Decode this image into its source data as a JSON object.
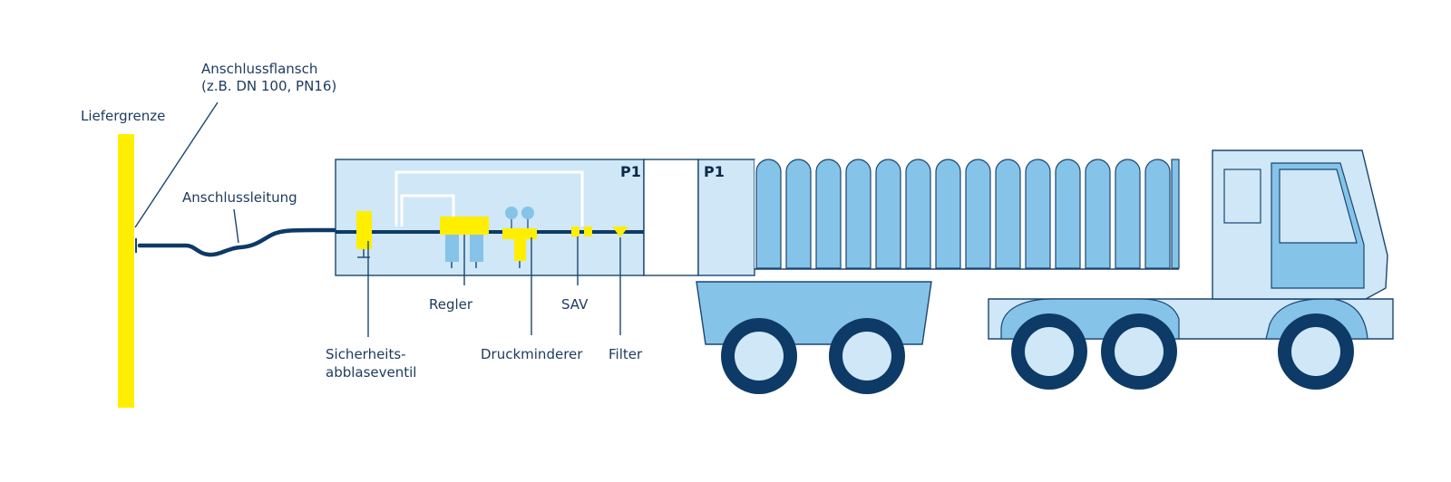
{
  "labels": {
    "liefergrenze": "Liefergrenze",
    "anschlussflansch_1": "Anschlussflansch",
    "anschlussflansch_2": "(z.B. DN 100, PN16)",
    "anschlussleitung": "Anschlussleitung",
    "sicherheits_1": "Sicherheits-",
    "sicherheits_2": "abblaseventil",
    "regler": "Regler",
    "druckminderer": "Druckminderer",
    "sav": "SAV",
    "filter": "Filter",
    "p1_station": "P1",
    "p1_trailer": "P1"
  },
  "colors": {
    "navy": "#0d3a66",
    "yellow": "#ffee00",
    "light_blue": "#cfe7f7",
    "mid_blue": "#86c3e8",
    "outline": "#1b4670",
    "text": "#1c3a5e"
  },
  "icons": {
    "cylinders": "gas-cylinder-bank",
    "truck": "truck-cab",
    "wheels": "wheel"
  }
}
